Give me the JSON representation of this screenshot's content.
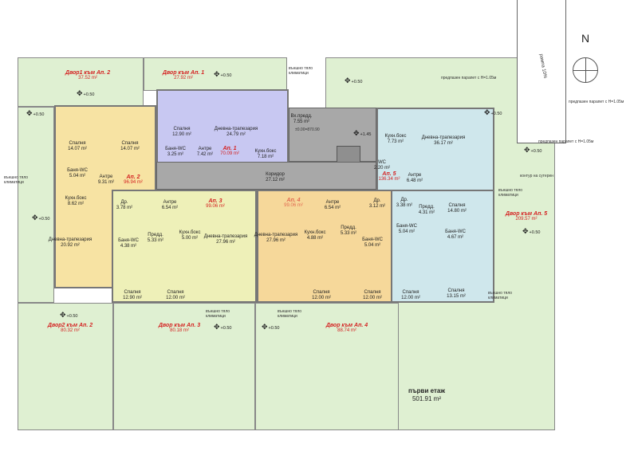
{
  "north": "N",
  "floor": {
    "title": "първи етаж",
    "area": "501.91 m²"
  },
  "apartments": [
    {
      "name": "Ап. 1",
      "area": "70.09 m²"
    },
    {
      "name": "Ап. 2",
      "area": "96.94 m²"
    },
    {
      "name": "Ап. 3",
      "area": "99.06 m²"
    },
    {
      "name": "Ап. 4",
      "area": "99.06 m²"
    },
    {
      "name": "Ап. 5",
      "area": "136.34 m²"
    }
  ],
  "yards": [
    {
      "name": "Двор1 към Ап. 2",
      "area": "37.52 m²"
    },
    {
      "name": "Двор към Ап. 1",
      "area": "27.92 m²"
    },
    {
      "name": "Двор2 към Ап. 2",
      "area": "80.32 m²"
    },
    {
      "name": "Двор към Ап. 3",
      "area": "80.18 m²"
    },
    {
      "name": "Двор към Ап. 4",
      "area": "88.74 m²"
    },
    {
      "name": "Двор към Ап. 5",
      "area": "209.57 m²"
    }
  ],
  "rooms": [
    {
      "name": "Спалня",
      "area": "14.07 m²"
    },
    {
      "name": "Спалня",
      "area": "14.07 m²"
    },
    {
      "name": "Баня-WC",
      "area": "5.04 m²"
    },
    {
      "name": "Антре",
      "area": "9.31 m²"
    },
    {
      "name": "Кухн.бокс",
      "area": "8.62 m²"
    },
    {
      "name": "Дневна-трапезария",
      "area": "20.92 m²"
    },
    {
      "name": "Спалня",
      "area": "12.90 m²"
    },
    {
      "name": "Дневна-трапезария",
      "area": "24.79 m²"
    },
    {
      "name": "Баня-WC",
      "area": "3.25 m²"
    },
    {
      "name": "Антре",
      "area": "7.42 m²"
    },
    {
      "name": "Кухн.бокс",
      "area": "7.18 m²"
    },
    {
      "name": "Коридор",
      "area": "27.12 m²"
    },
    {
      "name": "Вх.предд.",
      "area": "7.55 m²"
    },
    {
      "name": "Кухн.бокс",
      "area": "7.73 m²"
    },
    {
      "name": "Дневна-трапезария",
      "area": "36.17 m²"
    },
    {
      "name": "WC",
      "area": "2.20 m²"
    },
    {
      "name": "Антре",
      "area": "6.48 m²"
    },
    {
      "name": "Др.",
      "area": "3.38 m²"
    },
    {
      "name": "Предд.",
      "area": "4.31 m²"
    },
    {
      "name": "Спалня",
      "area": "14.80 m²"
    },
    {
      "name": "Баня-WC",
      "area": "5.04 m²"
    },
    {
      "name": "Баня-WC",
      "area": "4.67 m²"
    },
    {
      "name": "Спалня",
      "area": "12.00 m²"
    },
    {
      "name": "Спалня",
      "area": "13.15 m²"
    },
    {
      "name": "Др.",
      "area": "3.78 m²"
    },
    {
      "name": "Антре",
      "area": "6.54 m²"
    },
    {
      "name": "Баня-WC",
      "area": "4.38 m²"
    },
    {
      "name": "Предд.",
      "area": "5.33 m²"
    },
    {
      "name": "Кухн.бокс",
      "area": "5.00 m²"
    },
    {
      "name": "Дневна-трапезария",
      "area": "27.96 m²"
    },
    {
      "name": "Спалня",
      "area": "12.90 m²"
    },
    {
      "name": "Спалня",
      "area": "12.00 m²"
    },
    {
      "name": "Антре",
      "area": "6.54 m²"
    },
    {
      "name": "Др.",
      "area": "3.12 m²"
    },
    {
      "name": "Кухн.бокс",
      "area": "4.88 m²"
    },
    {
      "name": "Дневна-трапезария",
      "area": "27.96 m²"
    },
    {
      "name": "Предд.",
      "area": "5.33 m²"
    },
    {
      "name": "Баня-WC",
      "area": "5.04 m²"
    },
    {
      "name": "Спалня",
      "area": "12.00 m²"
    },
    {
      "name": "Спалня",
      "area": "12.00 m²"
    }
  ],
  "levels": {
    "entrance": "±0.00=870.90",
    "stair": "+1.45",
    "yard": "+0.50"
  },
  "notes": {
    "ac": "външно тяло климатици",
    "parapet": "предпазен парапет с H=1.05м",
    "ramp": "рампа 10%",
    "basement": "контур на сутерен"
  }
}
